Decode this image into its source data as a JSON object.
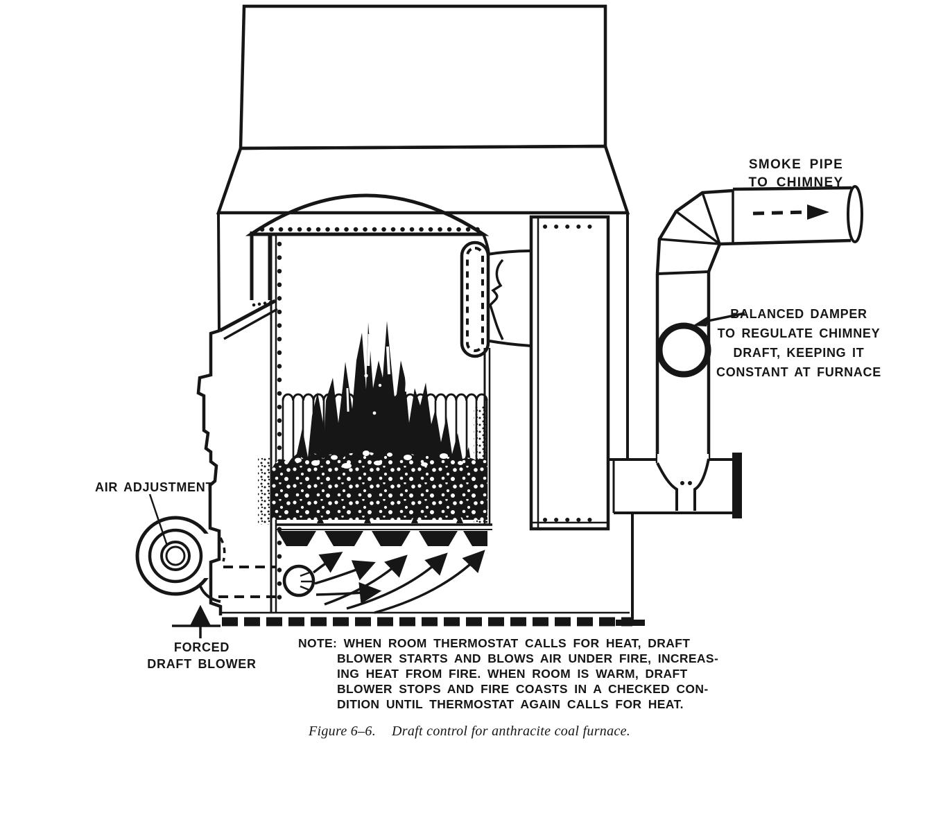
{
  "labels": {
    "smoke_pipe": [
      "SMOKE PIPE",
      "TO CHIMNEY"
    ],
    "balanced_damper": [
      "BALANCED DAMPER",
      "TO REGULATE CHIMNEY",
      "DRAFT, KEEPING IT",
      "CONSTANT AT FURNACE"
    ],
    "air_adjustment": "AIR ADJUSTMENT",
    "forced_draft_blower": [
      "FORCED",
      "DRAFT BLOWER"
    ]
  },
  "note": {
    "lines": [
      "NOTE: WHEN ROOM THERMOSTAT CALLS FOR HEAT, DRAFT",
      "BLOWER STARTS AND BLOWS AIR UNDER FIRE, INCREAS-",
      "ING HEAT FROM FIRE. WHEN ROOM IS WARM, DRAFT",
      "BLOWER STOPS AND FIRE COASTS IN A CHECKED CON-",
      "DITION UNTIL THERMOSTAT AGAIN CALLS FOR HEAT."
    ]
  },
  "caption": {
    "number": "Figure 6–6.",
    "text": "Draft control for anthracite coal furnace."
  },
  "colors": {
    "ink": "#161616",
    "paper": "#ffffff"
  }
}
